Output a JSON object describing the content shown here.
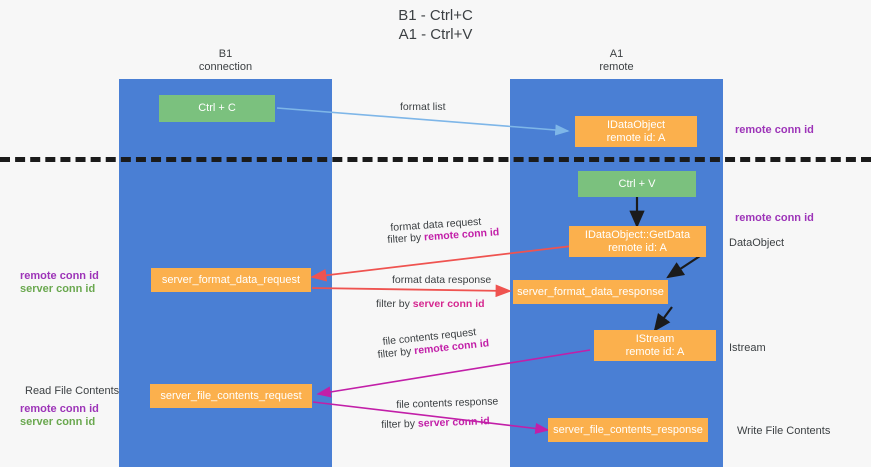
{
  "title": {
    "line1": "B1 - Ctrl+C",
    "line2": "A1 - Ctrl+V"
  },
  "columns": [
    {
      "name": "B1",
      "role": "connection"
    },
    {
      "name": "A1",
      "role": "remote"
    }
  ],
  "nodes": {
    "ctrl_c": "Ctrl + C",
    "ctrl_v": "Ctrl + V",
    "idataobject_title": "IDataObject",
    "idataobject_sub": "remote id: A",
    "getdata_title": "IDataObject::GetData",
    "getdata_sub": "remote id: A",
    "istream_title": "IStream",
    "istream_sub": "remote id: A",
    "server_format_data_request": "server_format_data_request",
    "server_format_data_response": "server_format_data_response",
    "server_file_contents_request": "server_file_contents_request",
    "server_file_contents_response": "server_file_contents_response"
  },
  "edges": {
    "format_list": "format list",
    "format_data_request": "format data request",
    "format_data_request_filter_prefix": "filter by ",
    "format_data_request_filter_key": "remote conn id",
    "format_data_response": "format data response",
    "format_data_response_filter_prefix": "filter by ",
    "format_data_response_filter_key": "server conn id",
    "file_contents_request": "file contents request",
    "file_contents_request_filter_prefix": "filter by ",
    "file_contents_request_filter_key": "remote conn id",
    "file_contents_response": "file contents response",
    "file_contents_response_filter_prefix": "filter by ",
    "file_contents_response_filter_key": "server conn id"
  },
  "annotations": {
    "right_remote_conn_id_top": "remote conn id",
    "right_remote_conn_id_mid": "remote conn id",
    "right_dataobject": "DataObject",
    "right_istream": "Istream",
    "right_write_file_contents": "Write File Contents",
    "left_remote_conn_id_mid": "remote conn id",
    "left_server_conn_id_mid": "server conn id",
    "left_read_file_contents": "Read File Contents",
    "left_remote_conn_id_bot": "remote conn id",
    "left_server_conn_id_bot": "server conn id"
  },
  "colors": {
    "lane": "#4a7fd4",
    "node_orange": "#fbb04d",
    "node_green": "#7bc17e",
    "arrow_blue": "#7eb6e8",
    "arrow_red": "#ef5350",
    "arrow_black": "#1b1b1b",
    "arrow_magenta": "#c21fa8",
    "key_purple": "#9d34b8",
    "key_green": "#6aa84f",
    "divider": "#1b1b1b",
    "background": "#f7f7f7"
  }
}
